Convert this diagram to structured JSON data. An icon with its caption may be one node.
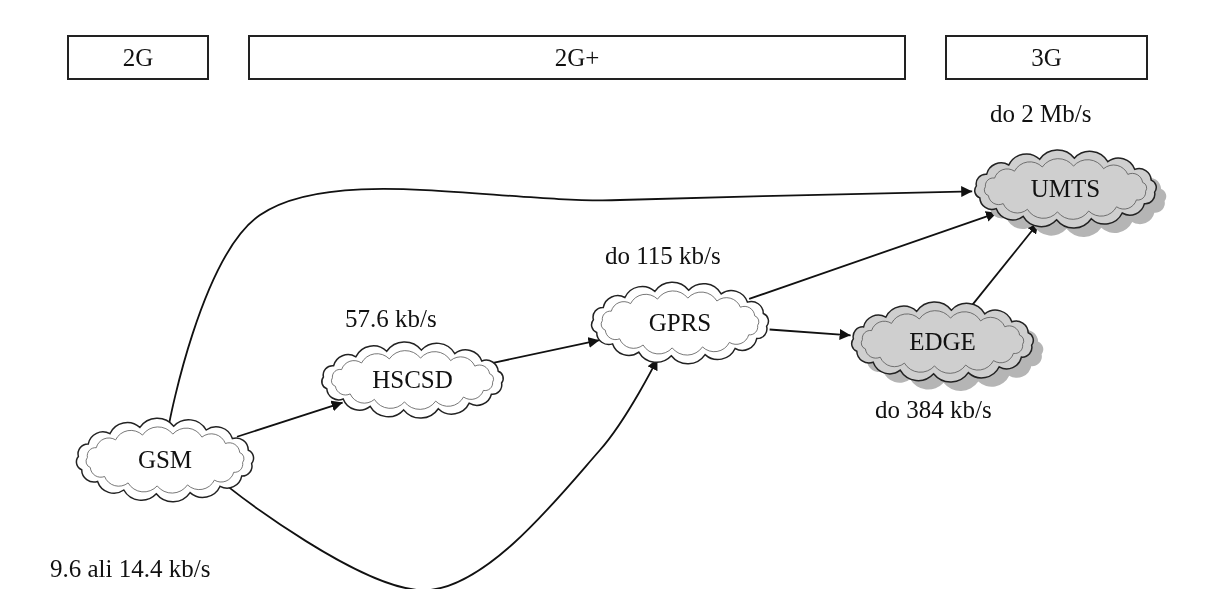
{
  "diagram": {
    "nodes": [
      {
        "text": [
          "2G"
        ]
      },
      {
        "text": [
          "2G+"
        ]
      },
      {
        "text": [
          "3G"
        ]
      },
      {
        "text": [
          "GSM"
        ],
        "beside": [
          "9.6 ali 14.4 kb/s"
        ]
      },
      {
        "text": [
          "HSCSD"
        ],
        "beside": [
          "57.6 kb/s"
        ]
      },
      {
        "text": [
          "GPRS"
        ],
        "beside": [
          "do 115 kb/s"
        ]
      },
      {
        "text": [
          "EDGE"
        ],
        "beside": [
          "do 384 kb/s"
        ]
      },
      {
        "text": [
          "UMTS"
        ],
        "beside": [
          "do 2 Mb/s"
        ]
      }
    ],
    "edges": [
      {
        "from": 3,
        "to": 4,
        "arrow": "to"
      },
      {
        "from": 3,
        "to": 7,
        "arrow": "to"
      },
      {
        "from": 3,
        "to": 5,
        "arrow": "to"
      },
      {
        "from": 4,
        "to": 5,
        "arrow": "to"
      },
      {
        "from": 5,
        "to": 7,
        "arrow": "to"
      },
      {
        "from": 5,
        "to": 6,
        "arrow": "to"
      },
      {
        "from": 6,
        "to": 7,
        "arrow": "to"
      }
    ]
  }
}
